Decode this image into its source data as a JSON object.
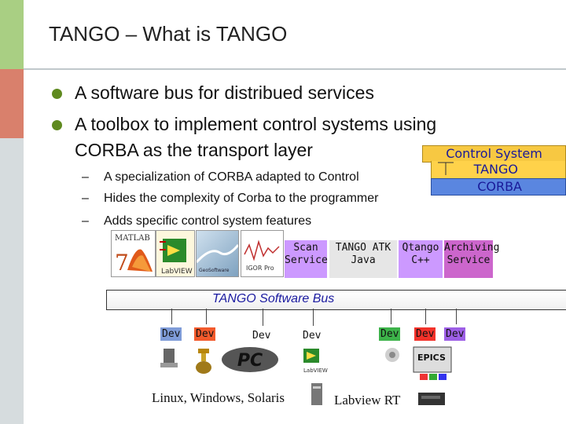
{
  "slide": {
    "title": "TANGO – What is TANGO",
    "bullets": [
      "A software bus for distribued services",
      "A toolbox to implement control systems using",
      "CORBA as the transport layer"
    ],
    "sub_bullets": [
      "A specialization of CORBA adapted to Control",
      "Hides the complexity of Corba to the programmer",
      "Adds specific control system features"
    ],
    "dash": "–"
  },
  "stack": {
    "control_system": "Control System",
    "tango": "TANGO",
    "corba": "CORBA"
  },
  "services": {
    "scan_1": "Scan",
    "scan_2": "Service",
    "atk_1": "TANGO ATK",
    "atk_2": "Java",
    "qtango_1": "Qtango",
    "qtango_2": "C++",
    "arch_1": "Archiving",
    "arch_2": "Service"
  },
  "bus": {
    "label": "TANGO Software Bus"
  },
  "devices": [
    "Dev",
    "Dev",
    "Dev",
    "Dev",
    "Dev",
    "Dev",
    "Dev"
  ],
  "epics_label": "EPICS",
  "footer": {
    "os": "Linux, Windows, Solaris",
    "labview": "Labview RT"
  },
  "colors": {
    "stripe_green": "#a9cf83",
    "stripe_red": "#d9806c",
    "stripe_gray": "#d6dcde",
    "bullet_green": "#5f8a1f",
    "stack_top": "#f7c842",
    "stack_mid": "#ffd24a",
    "stack_bottom": "#5a86e0",
    "scan_bg": "#cc99ff",
    "atk_bg": "#e6e6e6",
    "qtango_bg": "#cc99ff",
    "arch_bg": "#cc66cc",
    "dev_blue": "#7f9cd8",
    "dev_orange": "#f25a2c",
    "dev_green": "#3db34a",
    "dev_red": "#f2322a",
    "dev_purple": "#9d5fe6"
  }
}
